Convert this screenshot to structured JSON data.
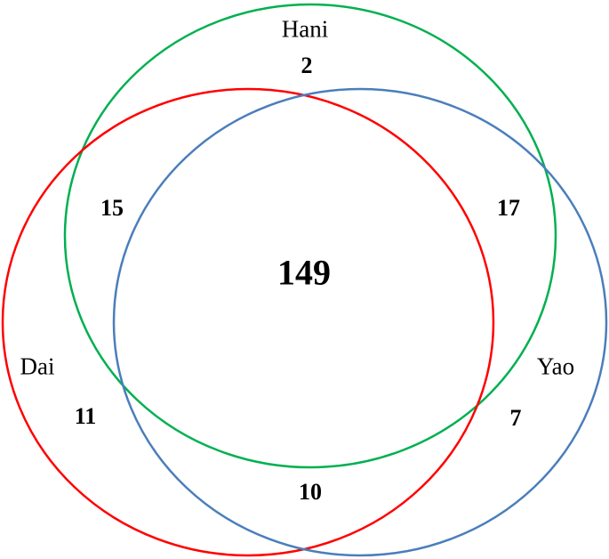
{
  "diagram": {
    "type": "venn3",
    "sets": [
      {
        "name": "Hani",
        "color": "#00b050"
      },
      {
        "name": "Dai",
        "color": "#ff0000"
      },
      {
        "name": "Yao",
        "color": "#4a7ebb"
      }
    ],
    "regions": {
      "hani_only": "2",
      "dai_only": "11",
      "yao_only": "7",
      "hani_dai": "15",
      "hani_yao": "17",
      "dai_yao": "10",
      "all_three": "149"
    }
  }
}
